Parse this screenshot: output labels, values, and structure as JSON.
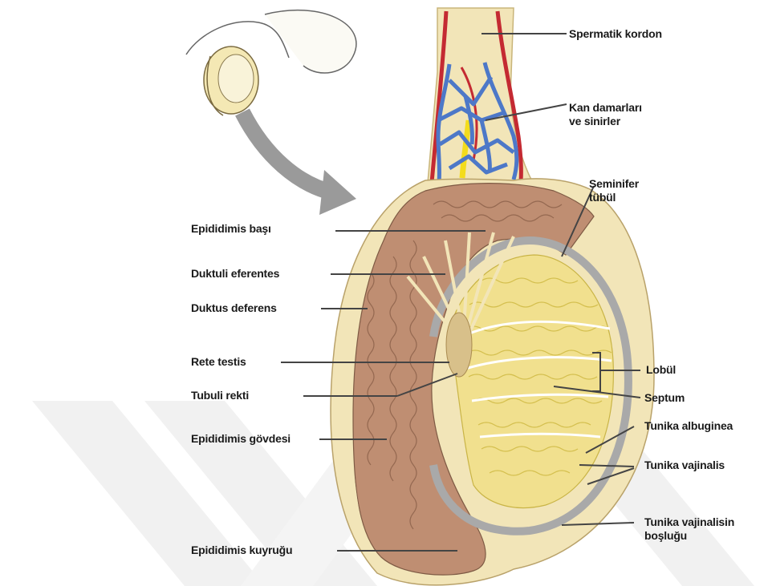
{
  "labels": {
    "spermatik_kordon": "Spermatik kordon",
    "kan_damarlari_1": "Kan damarları",
    "kan_damarlari_2": "ve sinirler",
    "seminifer_1": "Seminifer",
    "seminifer_2": "tübül",
    "epididimis_basi": "Epididimis başı",
    "duktuli_eferentes": "Duktuli eferentes",
    "duktus_deferens": "Duktus deferens",
    "rete_testis": "Rete testis",
    "tubuli_rekti": "Tubuli rekti",
    "epididimis_govdesi": "Epididimis gövdesi",
    "epididimis_kuyrugu": "Epididimis kuyruğu",
    "lobul": "Lobül",
    "septum": "Septum",
    "tunika_albuginea": "Tunika albuginea",
    "tunika_vajinalis": "Tunika vajinalis",
    "tunika_vajinalisin_1": "Tunika vajinalisin",
    "tunika_vajinalisin_2": "boşluğu"
  },
  "colors": {
    "skin": "#f2e5b8",
    "epididymis": "#bf8e72",
    "lobule": "#f1e08e",
    "albuginea": "#a9a9a9",
    "artery": "#c42a32",
    "vein": "#4d78c8",
    "nerve": "#f3dc1c",
    "leader": "#444444"
  }
}
